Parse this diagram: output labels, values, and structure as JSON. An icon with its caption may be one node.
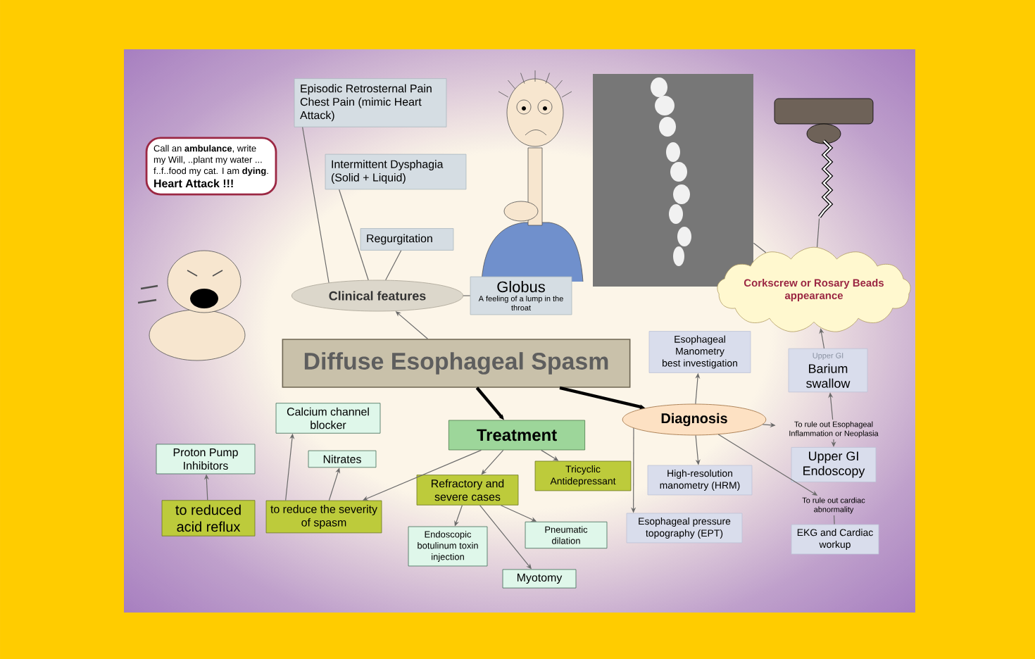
{
  "diagram": {
    "nodes": [
      {
        "text": [
          "Call an **ambulance**, write my Will, ..plant my water ... f..f..food my cat. I am **dying**.",
          "Heart Attack !!!"
        ]
      },
      {
        "text": [
          "Episodic Retrosternal Pain Chest Pain (mimic Heart Attack)"
        ]
      },
      {
        "text": [
          "Intermittent Dysphagia (Solid + Liquid)"
        ]
      },
      {
        "text": [
          "Regurgitation"
        ]
      },
      {
        "text": [
          "Clinical features"
        ]
      },
      {
        "text": [
          "Globus",
          "A feeling of a lump in the throat"
        ]
      },
      {
        "text": [
          "Diffuse Esophageal Spasm"
        ]
      },
      {
        "text": [],
        "shape": "picture"
      },
      {
        "text": [],
        "shape": "picture"
      },
      {
        "text": [
          "Corkscrew or Rosary Beads appearance"
        ]
      },
      {
        "text": [
          "Esophageal Manometry",
          "best investigation"
        ]
      },
      {
        "text": [
          "Upper GI",
          "Barium swallow"
        ]
      },
      {
        "text": [
          "Diagnosis"
        ]
      },
      {
        "text": [
          "To rule out Esophageal Inflammation or Neoplasia"
        ]
      },
      {
        "text": [
          "Upper GI Endoscopy"
        ]
      },
      {
        "text": [
          "High-resolution manometry (HRM)"
        ]
      },
      {
        "text": [
          "Esophageal pressure topography (EPT)"
        ]
      },
      {
        "text": [
          "To rule out cardiac abnormality"
        ]
      },
      {
        "text": [
          "EKG and Cardiac workup"
        ]
      },
      {
        "text": [
          "Treatment"
        ]
      },
      {
        "text": [
          "Tricyclic Antidepressant"
        ]
      },
      {
        "text": [
          "Refractory and severe cases"
        ]
      },
      {
        "text": [
          "Endoscopic botulinum toxin injection"
        ]
      },
      {
        "text": [
          "Pneumatic dilation"
        ]
      },
      {
        "text": [
          "Myotomy"
        ]
      },
      {
        "text": [
          "to reduce the severity of spasm"
        ]
      },
      {
        "text": [
          "Calcium channel blocker"
        ]
      },
      {
        "text": [
          "Nitrates"
        ]
      },
      {
        "text": [
          "to reduced acid reflux"
        ]
      },
      {
        "text": [
          "Proton Pump Inhibitors"
        ]
      }
    ],
    "edges": [
      {
        "from": 4,
        "to": 1,
        "arrow": "none"
      },
      {
        "from": 4,
        "to": 2,
        "arrow": "none"
      },
      {
        "from": 4,
        "to": 3,
        "arrow": "none"
      },
      {
        "from": 4,
        "to": 5,
        "arrow": "none"
      },
      {
        "from": 6,
        "to": 4,
        "arrow": "to"
      },
      {
        "from": 6,
        "to": 19,
        "arrow": "to",
        "style": "thick",
        "color": "#000000"
      },
      {
        "from": 6,
        "to": 12,
        "arrow": "to",
        "style": "thick",
        "color": "#000000"
      },
      {
        "from": 7,
        "to": 9,
        "arrow": "none"
      },
      {
        "from": 8,
        "to": 9,
        "arrow": "none"
      },
      {
        "from": 11,
        "to": 9,
        "arrow": "to"
      },
      {
        "from": 12,
        "to": 10,
        "arrow": "to"
      },
      {
        "from": 12,
        "to": 15,
        "arrow": "to"
      },
      {
        "from": 12,
        "to": 16,
        "arrow": "to"
      },
      {
        "from": 12,
        "to": 13,
        "arrow": "to"
      },
      {
        "from": 13,
        "to": 11,
        "arrow": "to"
      },
      {
        "from": 13,
        "to": 14,
        "arrow": "to"
      },
      {
        "from": 12,
        "to": 17,
        "arrow": "to"
      },
      {
        "from": 17,
        "to": 18,
        "arrow": "none"
      },
      {
        "from": 19,
        "to": 25,
        "arrow": "to"
      },
      {
        "from": 19,
        "to": 21,
        "arrow": "to"
      },
      {
        "from": 19,
        "to": 20,
        "arrow": "to"
      },
      {
        "from": 21,
        "to": 22,
        "arrow": "to"
      },
      {
        "from": 21,
        "to": 23,
        "arrow": "to"
      },
      {
        "from": 21,
        "to": 24,
        "arrow": "to"
      },
      {
        "from": 25,
        "to": 26,
        "arrow": "to"
      },
      {
        "from": 25,
        "to": 27,
        "arrow": "to"
      },
      {
        "from": 28,
        "to": 29,
        "arrow": "to"
      }
    ]
  }
}
